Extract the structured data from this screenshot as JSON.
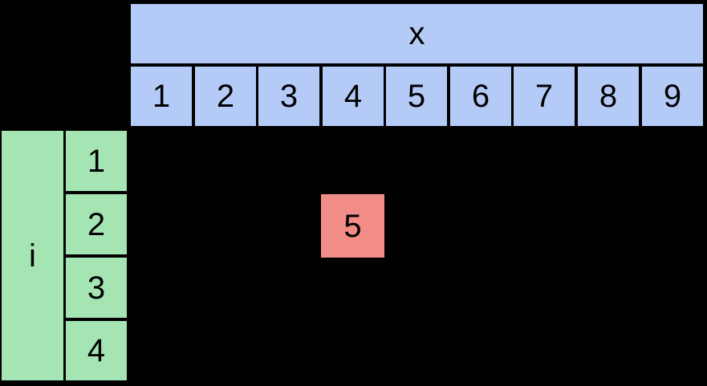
{
  "table": {
    "column_axis_label": "x",
    "row_axis_label": "i",
    "column_headers": [
      "1",
      "2",
      "3",
      "4",
      "5",
      "6",
      "7",
      "8",
      "9"
    ],
    "row_headers": [
      "1",
      "2",
      "3",
      "4"
    ],
    "background_color": "#000000",
    "header_color": "#b4cbf8",
    "row_header_color": "#a5e5b3",
    "highlight_color": "#f18d86",
    "text_color": "#000000",
    "cells": [
      {
        "value": "5",
        "column": "4",
        "row": "2",
        "column_index": 4,
        "row_index": 2,
        "color": "#f18d86"
      }
    ]
  }
}
